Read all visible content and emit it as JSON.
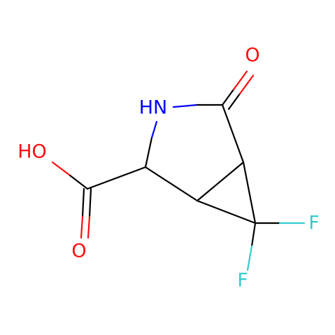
{
  "molecule": {
    "atoms": {
      "carbonyl_oxygen": {
        "text": "O",
        "color": "#ff0d0d"
      },
      "amide_nitrogen": {
        "text": "HN",
        "color": "#0000ff"
      },
      "hydroxyl_oxygen": {
        "text": "HO",
        "color": "#ff0d0d"
      },
      "acid_carbonyl_oxygen": {
        "text": "O",
        "color": "#ff0d0d"
      },
      "fluorine_right": {
        "text": "F",
        "color": "#33cccc"
      },
      "fluorine_bottom": {
        "text": "F",
        "color": "#33cccc"
      }
    }
  }
}
